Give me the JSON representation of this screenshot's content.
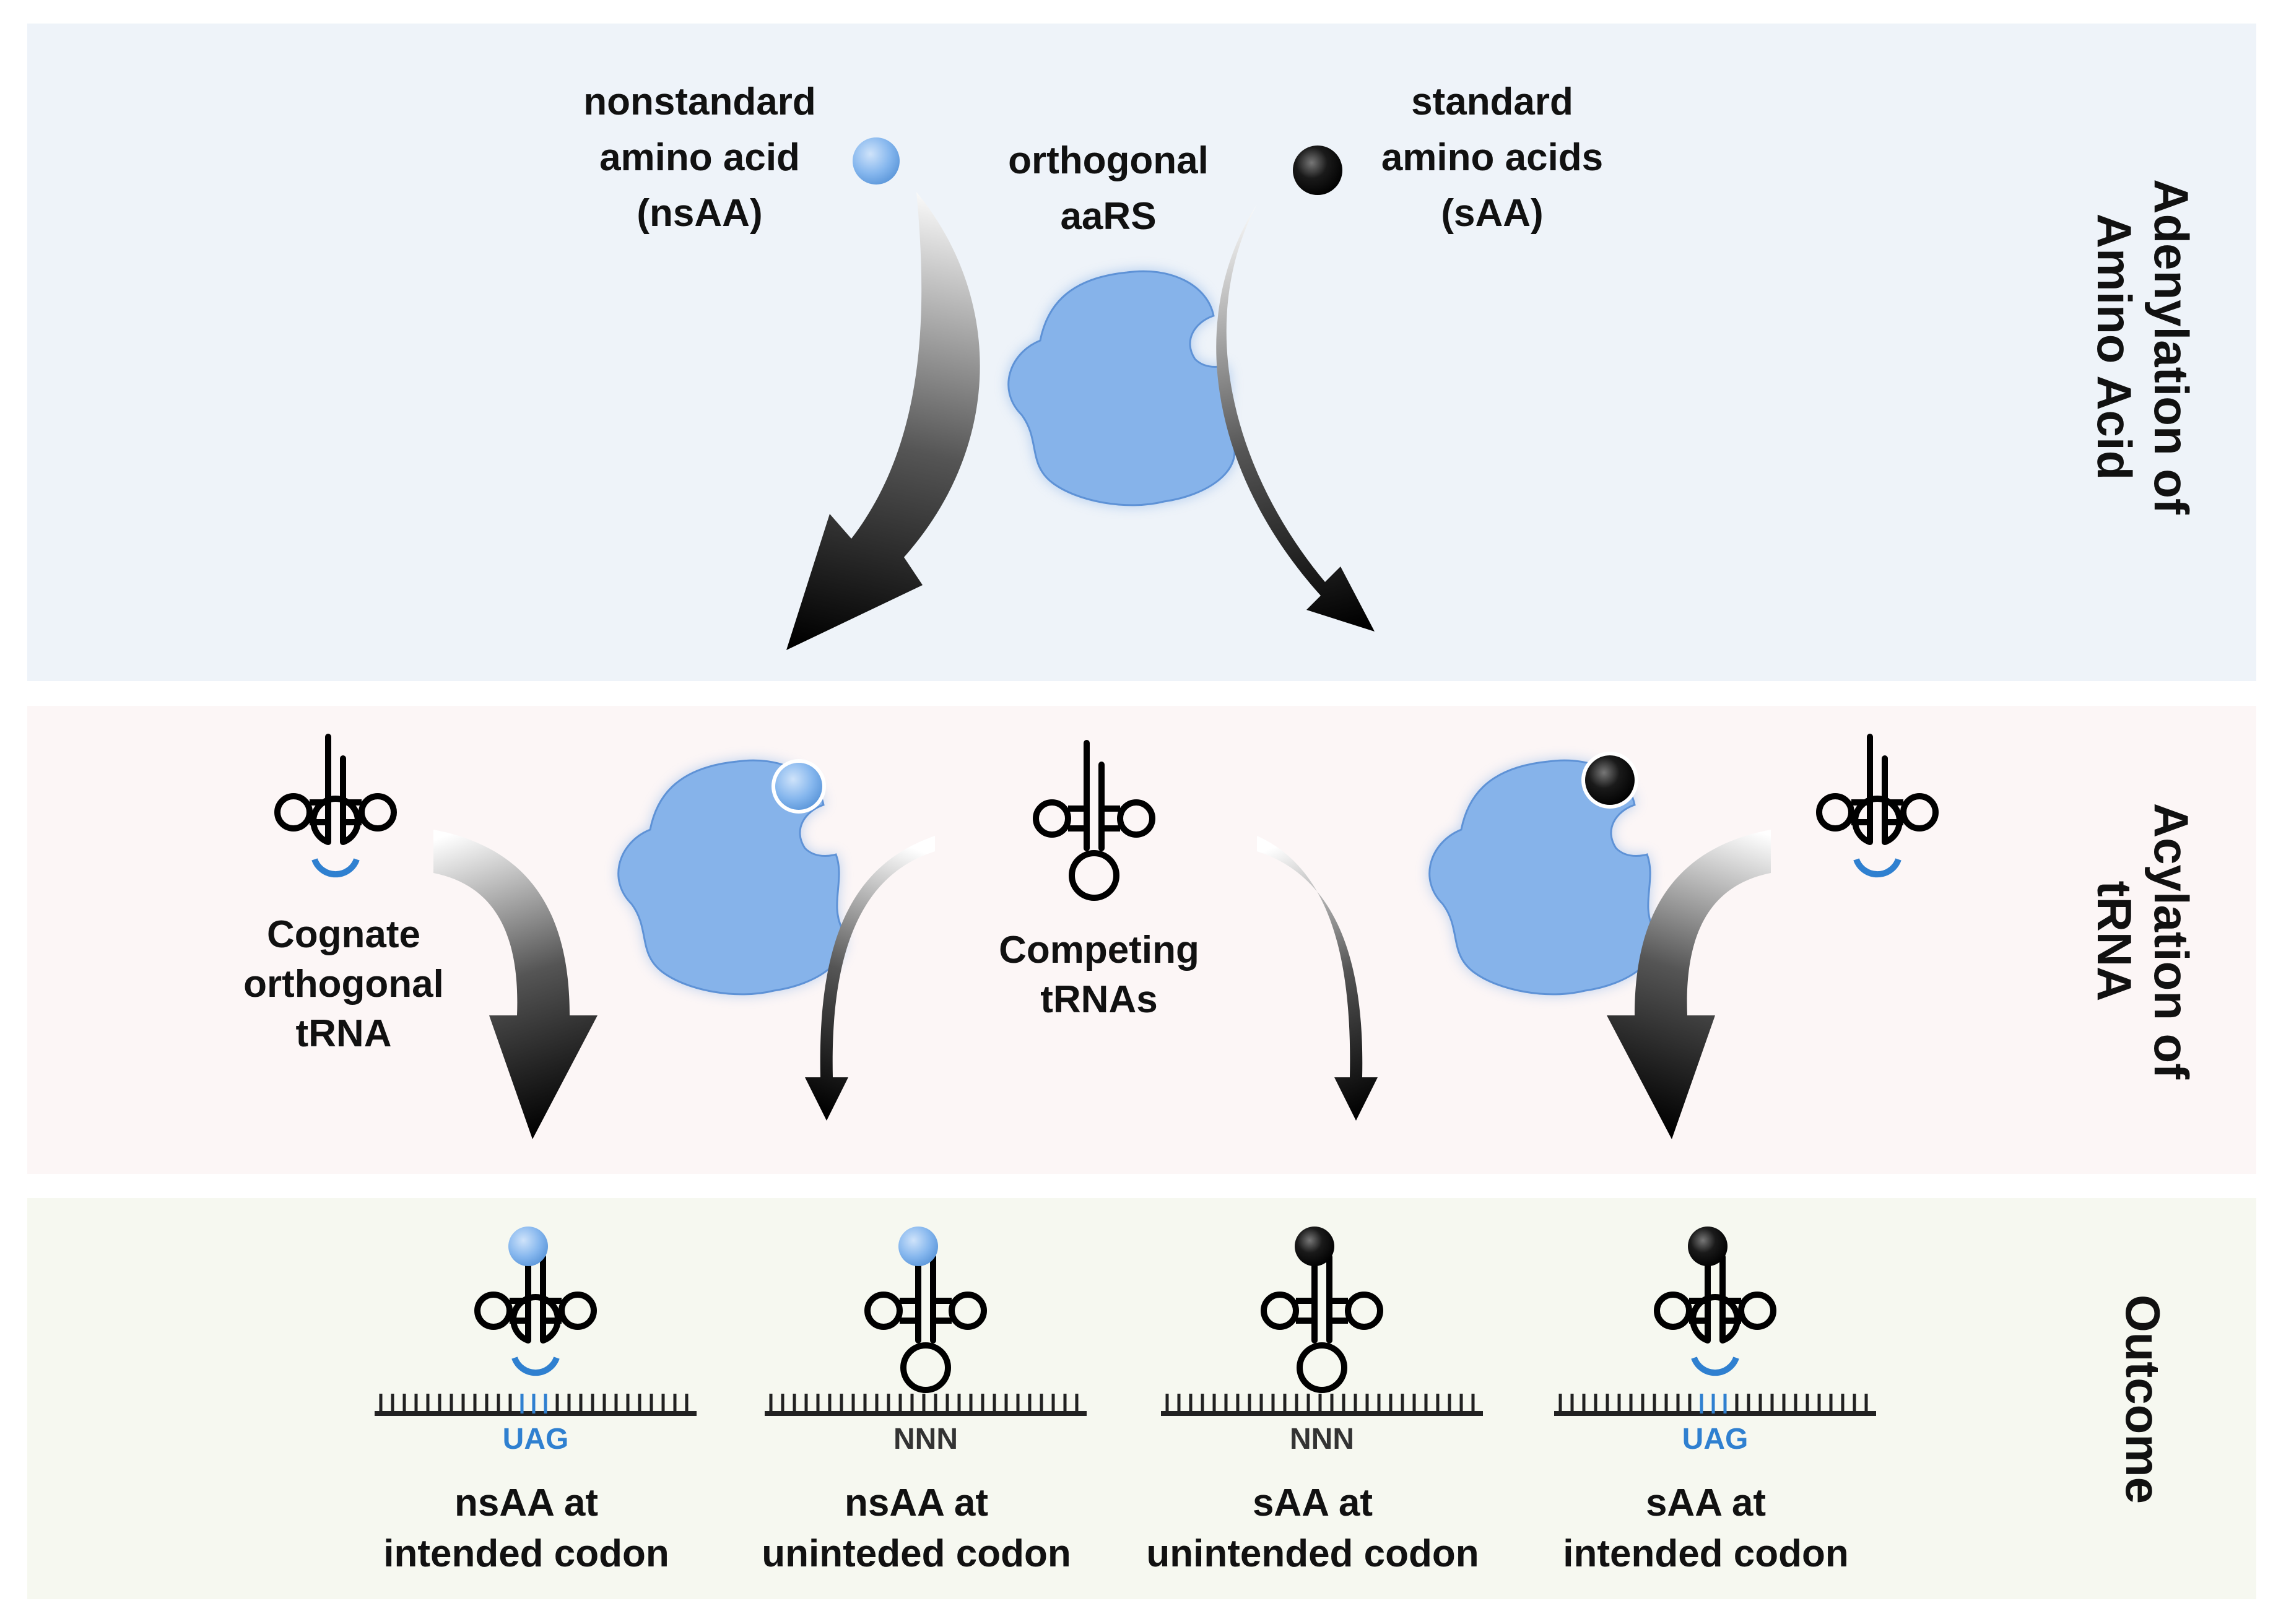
{
  "colors": {
    "panel_top": "#EEF3F9",
    "panel_mid": "#FCF6F6",
    "panel_bottom": "#F6F8F0",
    "enzyme_blue": "#86B3EA",
    "nsaa_blue": "#7FB4EE",
    "codon_blue": "#2F80D0",
    "saa_black": "#111111",
    "codon_gray": "#333333"
  },
  "sections": {
    "adenylation": {
      "line1": "Adenylation of",
      "line2": "Amino Acid"
    },
    "acylation": {
      "line1": "Acylation of",
      "line2": "tRNA"
    },
    "outcome": {
      "line1": "Outcome"
    }
  },
  "top": {
    "nsaa": [
      "nonstandard",
      "amino acid",
      "(nsAA)"
    ],
    "enzyme": [
      "orthogonal",
      "aaRS"
    ],
    "saa": [
      "standard",
      "amino acids",
      "(sAA)"
    ]
  },
  "middle": {
    "cognate": [
      "Cognate",
      "orthogonal",
      "tRNA"
    ],
    "competing": [
      "Competing",
      "tRNAs"
    ]
  },
  "outcomes": [
    {
      "codon": "UAG",
      "line1": "nsAA at",
      "line2": "intended codon"
    },
    {
      "codon": "NNN",
      "line1": "nsAA at",
      "line2": "uninteded codon"
    },
    {
      "codon": "NNN",
      "line1": "sAA at",
      "line2": "unintended codon"
    },
    {
      "codon": "UAG",
      "line1": "sAA at",
      "line2": "intended codon"
    }
  ]
}
